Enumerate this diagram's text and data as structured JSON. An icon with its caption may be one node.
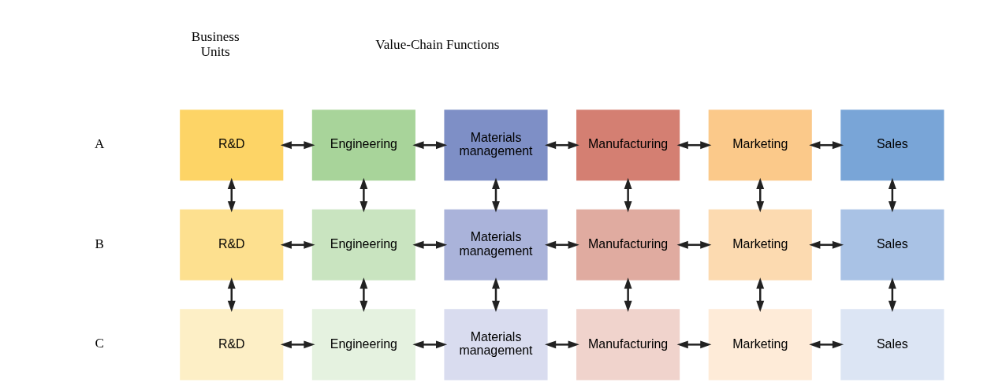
{
  "diagram": {
    "nodes": [
      {
        "text": [
          "R&D"
        ]
      },
      {
        "text": [
          "Engineering"
        ]
      },
      {
        "text": [
          "Materials management"
        ]
      },
      {
        "text": [
          "Manufacturing"
        ]
      },
      {
        "text": [
          "Marketing"
        ]
      },
      {
        "text": [
          "Sales"
        ]
      },
      {
        "text": [
          "R&D"
        ]
      },
      {
        "text": [
          "Engineering"
        ]
      },
      {
        "text": [
          "Materials management"
        ]
      },
      {
        "text": [
          "Manufacturing"
        ]
      },
      {
        "text": [
          "Marketing"
        ]
      },
      {
        "text": [
          "Sales"
        ]
      },
      {
        "text": [
          "R&D"
        ]
      },
      {
        "text": [
          "Engineering"
        ]
      },
      {
        "text": [
          "Materials management"
        ]
      },
      {
        "text": [
          "Manufacturing"
        ]
      },
      {
        "text": [
          "Marketing"
        ]
      },
      {
        "text": [
          "Sales"
        ]
      }
    ],
    "edges": [
      {
        "from": 0,
        "to": 1,
        "arrow": "both"
      },
      {
        "from": 1,
        "to": 2,
        "arrow": "both"
      },
      {
        "from": 2,
        "to": 3,
        "arrow": "both"
      },
      {
        "from": 3,
        "to": 4,
        "arrow": "both"
      },
      {
        "from": 4,
        "to": 5,
        "arrow": "both"
      },
      {
        "from": 0,
        "to": 6,
        "arrow": "both"
      },
      {
        "from": 1,
        "to": 7,
        "arrow": "both"
      },
      {
        "from": 2,
        "to": 8,
        "arrow": "both"
      },
      {
        "from": 3,
        "to": 9,
        "arrow": "both"
      },
      {
        "from": 4,
        "to": 10,
        "arrow": "both"
      },
      {
        "from": 5,
        "to": 11,
        "arrow": "both"
      },
      {
        "from": 6,
        "to": 7,
        "arrow": "both"
      },
      {
        "from": 7,
        "to": 8,
        "arrow": "both"
      },
      {
        "from": 8,
        "to": 9,
        "arrow": "both"
      },
      {
        "from": 9,
        "to": 10,
        "arrow": "both"
      },
      {
        "from": 10,
        "to": 11,
        "arrow": "both"
      },
      {
        "from": 6,
        "to": 12,
        "arrow": "both"
      },
      {
        "from": 7,
        "to": 13,
        "arrow": "both"
      },
      {
        "from": 8,
        "to": 14,
        "arrow": "both"
      },
      {
        "from": 9,
        "to": 15,
        "arrow": "both"
      },
      {
        "from": 10,
        "to": 16,
        "arrow": "both"
      },
      {
        "from": 11,
        "to": 17,
        "arrow": "both"
      },
      {
        "from": 12,
        "to": 13,
        "arrow": "both"
      },
      {
        "from": 13,
        "to": 14,
        "arrow": "both"
      },
      {
        "from": 14,
        "to": 15,
        "arrow": "both"
      },
      {
        "from": 15,
        "to": 16,
        "arrow": "both"
      },
      {
        "from": 16,
        "to": 17,
        "arrow": "both"
      }
    ],
    "labels": [
      "Business Units",
      "Value-Chain Functions",
      "A",
      "B",
      "C"
    ]
  }
}
